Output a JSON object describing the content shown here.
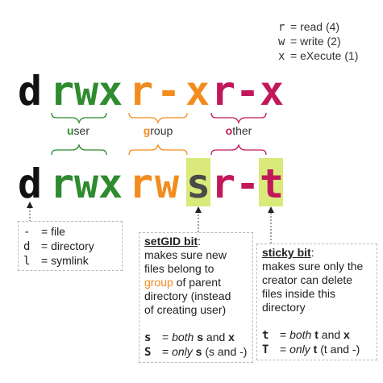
{
  "legend": [
    {
      "code": "r",
      "text": "= read (4)"
    },
    {
      "code": "w",
      "text": "= write (2)"
    },
    {
      "code": "x",
      "text": "= eXecute (1)"
    }
  ],
  "top_row": {
    "type_char": "d",
    "user": [
      "r",
      "w",
      "x"
    ],
    "group": [
      "r",
      "-",
      "x"
    ],
    "other": [
      "r",
      "-",
      "x"
    ]
  },
  "bottom_row": {
    "type_char": "d",
    "user": [
      "r",
      "w",
      "x"
    ],
    "group": [
      "r",
      "w",
      "s"
    ],
    "other": [
      "r",
      "-",
      "t"
    ]
  },
  "labels": {
    "user_first": "u",
    "user_rest": "ser",
    "group_first": "g",
    "group_rest": "roup",
    "other_first": "o",
    "other_rest": "ther"
  },
  "colors": {
    "type": "#111111",
    "user": "#2e8b2e",
    "group": "#f28c1e",
    "other": "#c2185b",
    "special": "#4a4a4a",
    "highlight": "#d9ea7a"
  },
  "filetype_box": [
    {
      "code": "-",
      "text": "= file"
    },
    {
      "code": "d",
      "text": "= directory"
    },
    {
      "code": "l",
      "text": "= symlink"
    }
  ],
  "setgid_box": {
    "title": "setGID bit",
    "title_suffix": ":",
    "desc_1": "makes sure new",
    "desc_2": "files belong to",
    "desc_3_highlight": "group",
    "desc_3_rest": " of parent",
    "desc_4": "directory (instead",
    "desc_5": "of creating user)",
    "rule_1_code": "s",
    "rule_1_text_a": "= ",
    "rule_1_em": "both",
    "rule_1_b": "s",
    "rule_1_and": " and ",
    "rule_1_c": "x",
    "rule_2_code": "S",
    "rule_2_text_a": "= ",
    "rule_2_em": "only",
    "rule_2_b": "s",
    "rule_2_tail": " (s and -)"
  },
  "sticky_box": {
    "title": "sticky bit",
    "title_suffix": ":",
    "desc_1": "makes sure only the",
    "desc_2": "creator can delete",
    "desc_3": "files inside this",
    "desc_4": "directory",
    "rule_1_code": "t",
    "rule_1_text_a": "= ",
    "rule_1_em": "both",
    "rule_1_b": "t",
    "rule_1_and": " and ",
    "rule_1_c": "x",
    "rule_2_code": "T",
    "rule_2_text_a": "= ",
    "rule_2_em": "only",
    "rule_2_b": "t",
    "rule_2_tail": " (t and -)"
  }
}
